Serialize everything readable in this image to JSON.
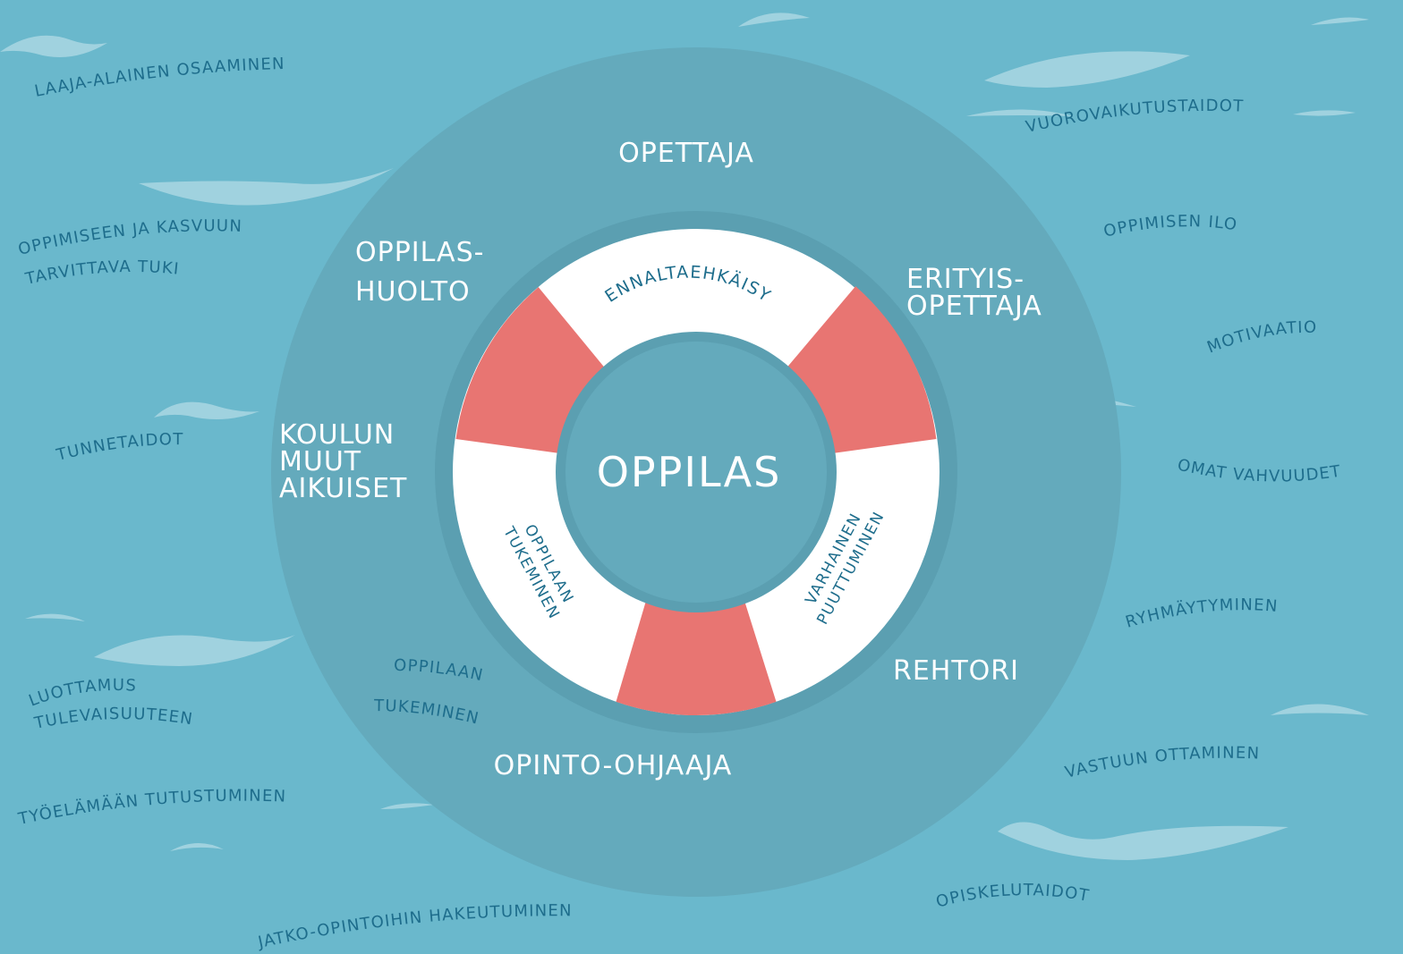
{
  "colors": {
    "sea": "#6ab8cc",
    "halo": "#64aabc",
    "ring_red": "#e87572",
    "ring_white": "#ffffff",
    "text_dark": "#1e6d8c",
    "text_light": "#ffffff"
  },
  "center": {
    "label": "OPPILAS"
  },
  "lifebuoy": {
    "segments": [
      {
        "label": "ENNALTAEHKÄISY"
      },
      {
        "label_lines": [
          "VARHAINEN",
          "PUUTTUMINEN"
        ]
      },
      {
        "label_lines": [
          "OPPILAAN",
          "TUKEMINEN"
        ]
      }
    ]
  },
  "roles": {
    "top": "OPETTAJA",
    "upper_left": [
      "OPPILAS-",
      "HUOLTO"
    ],
    "upper_right": [
      "ERITYIS-",
      "OPETTAJA"
    ],
    "left": [
      "KOULUN",
      "MUUT",
      "AIKUISET"
    ],
    "lower_right": "REHTORI",
    "bottom": "OPINTO-OHJAAJA",
    "lower_left": [
      "OPPILAAN",
      "TUKEMINEN"
    ]
  },
  "sea_words": {
    "laaja_alainen": "LAAJA-ALAINEN OSAAMINEN",
    "oppimiseen_tuki": [
      "OPPIMISEEN JA KASVUUN",
      "TARVITTAVA TUKI"
    ],
    "tunnetaidot": "TUNNETAIDOT",
    "luottamus": [
      "LUOTTAMUS",
      "TULEVAISUUTEEN"
    ],
    "tyoelamaan": "TYÖELÄMÄÄN TUTUSTUMINEN",
    "jatko_opintoihin": "JATKO-OPINTOIHIN HAKEUTUMINEN",
    "vuorovaikutus": "VUOROVAIKUTUSTAIDOT",
    "oppimisen_ilo": "OPPIMISEN ILO",
    "motivaatio": "MOTIVAATIO",
    "omat_vahvuudet": "OMAT VAHVUUDET",
    "ryhmaytyminen": "RYHMÄYTYMINEN",
    "vastuun_ottaminen": "VASTUUN OTTAMINEN",
    "opiskelutaidot": "OPISKELUTAIDOT"
  },
  "icons": [
    "wave-icon"
  ]
}
